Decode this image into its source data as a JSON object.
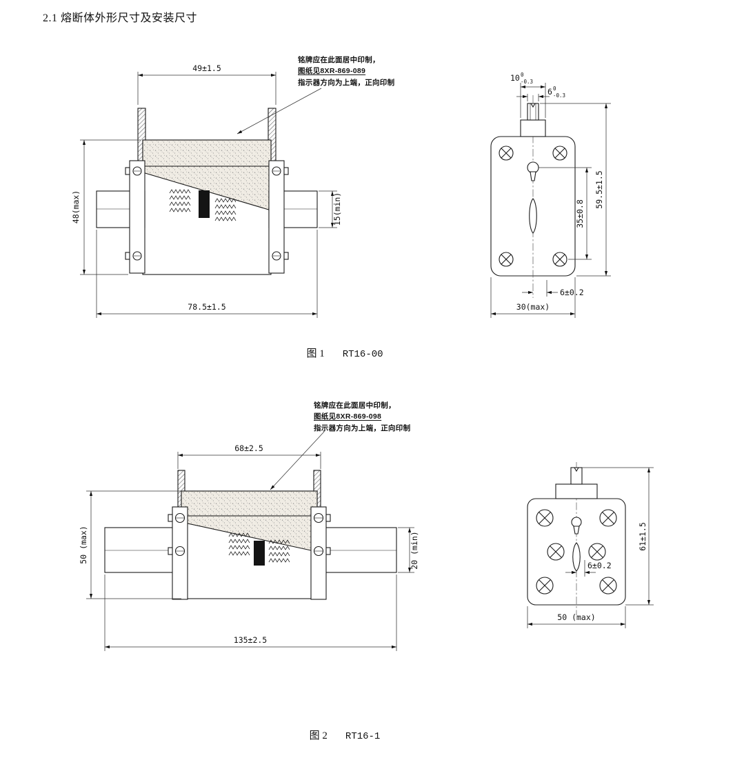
{
  "title": "2.1 熔断体外形尺寸及安装尺寸",
  "colors": {
    "ink": "#1a1a1a",
    "background": "#ffffff"
  },
  "fig1": {
    "caption_label": "图 1",
    "caption_model": "RT16-00",
    "note": {
      "line1": "铭牌应在此面居中印制，",
      "line2": "图纸见8XR-869-089",
      "line3": "指示器方向为上端，正向印制"
    },
    "side_view": {
      "dim_top_width": "49±1.5",
      "dim_overall_height": "48(max)",
      "dim_blade_height": "15(min)",
      "dim_overall_length": "78.5±1.5"
    },
    "front_view": {
      "dim_tab_width_base": "10",
      "dim_tab_width_upper_tol": "0",
      "dim_tab_width_lower_tol": "-0.3",
      "dim_blade_width_base": "6",
      "dim_blade_width_upper_tol": "0",
      "dim_blade_width_lower_tol": "-0.3",
      "dim_hole_span": "35±0.8",
      "dim_overall_height": "59.5±1.5",
      "dim_center_offset": "6±0.2",
      "dim_body_width": "30(max)"
    }
  },
  "fig2": {
    "caption_label": "图 2",
    "caption_model": "RT16-1",
    "note": {
      "line1": "铭牌应在此面居中印制，",
      "line2": "图纸见8XR-869-098",
      "line3": "指示器方向为上端，正向印制"
    },
    "side_view": {
      "dim_top_width": "68±2.5",
      "dim_overall_height": "50 (max)",
      "dim_blade_height": "20 (min)",
      "dim_overall_length": "135±2.5"
    },
    "front_view": {
      "dim_overall_height": "61±1.5",
      "dim_center_offset": "6±0.2",
      "dim_body_width": "50 (max)"
    }
  }
}
